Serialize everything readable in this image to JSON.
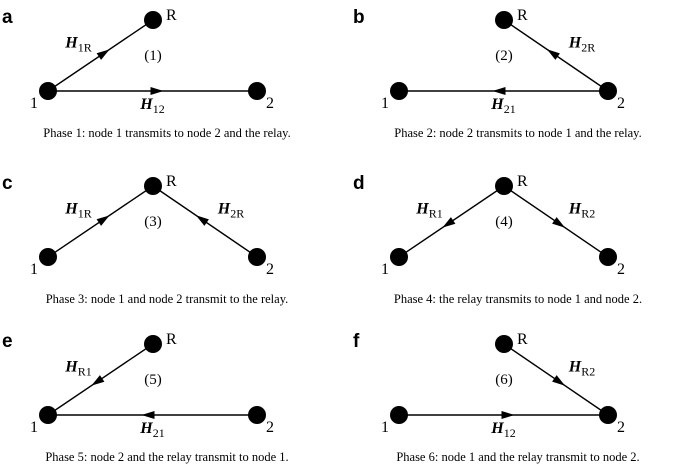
{
  "panels": [
    {
      "id": "a",
      "letter": "a",
      "phase_number": "(1)",
      "caption": "Phase 1: node 1 transmits to node 2 and the relay.",
      "nodes": {
        "n1": "1",
        "n2": "2",
        "r": "R"
      },
      "edges": [
        {
          "from": "n1",
          "to": "r",
          "main": "H",
          "sub": "1R",
          "label_side": "left"
        },
        {
          "from": "n1",
          "to": "n2",
          "main": "H",
          "sub": "12",
          "label_side": "below"
        }
      ]
    },
    {
      "id": "b",
      "letter": "b",
      "phase_number": "(2)",
      "caption": "Phase 2: node 2 transmits to node 1 and the relay.",
      "nodes": {
        "n1": "1",
        "n2": "2",
        "r": "R"
      },
      "edges": [
        {
          "from": "n2",
          "to": "r",
          "main": "H",
          "sub": "2R",
          "label_side": "right"
        },
        {
          "from": "n2",
          "to": "n1",
          "main": "H",
          "sub": "21",
          "label_side": "below"
        }
      ]
    },
    {
      "id": "c",
      "letter": "c",
      "phase_number": "(3)",
      "caption": "Phase 3: node 1 and node 2 transmit to the relay.",
      "nodes": {
        "n1": "1",
        "n2": "2",
        "r": "R"
      },
      "edges": [
        {
          "from": "n1",
          "to": "r",
          "main": "H",
          "sub": "1R",
          "label_side": "left"
        },
        {
          "from": "n2",
          "to": "r",
          "main": "H",
          "sub": "2R",
          "label_side": "right"
        }
      ]
    },
    {
      "id": "d",
      "letter": "d",
      "phase_number": "(4)",
      "caption": "Phase 4: the relay transmits to node 1 and node 2.",
      "nodes": {
        "n1": "1",
        "n2": "2",
        "r": "R"
      },
      "edges": [
        {
          "from": "r",
          "to": "n1",
          "main": "H",
          "sub": "R1",
          "label_side": "left"
        },
        {
          "from": "r",
          "to": "n2",
          "main": "H",
          "sub": "R2",
          "label_side": "right"
        }
      ]
    },
    {
      "id": "e",
      "letter": "e",
      "phase_number": "(5)",
      "caption": "Phase 5: node 2 and the relay transmit to node 1.",
      "nodes": {
        "n1": "1",
        "n2": "2",
        "r": "R"
      },
      "edges": [
        {
          "from": "r",
          "to": "n1",
          "main": "H",
          "sub": "R1",
          "label_side": "left"
        },
        {
          "from": "n2",
          "to": "n1",
          "main": "H",
          "sub": "21",
          "label_side": "below"
        }
      ]
    },
    {
      "id": "f",
      "letter": "f",
      "phase_number": "(6)",
      "caption": "Phase 6: node 1 and the relay transmit to node 2.",
      "nodes": {
        "n1": "1",
        "n2": "2",
        "r": "R"
      },
      "edges": [
        {
          "from": "r",
          "to": "n2",
          "main": "H",
          "sub": "R2",
          "label_side": "right"
        },
        {
          "from": "n1",
          "to": "n2",
          "main": "H",
          "sub": "12",
          "label_side": "below"
        }
      ]
    }
  ]
}
